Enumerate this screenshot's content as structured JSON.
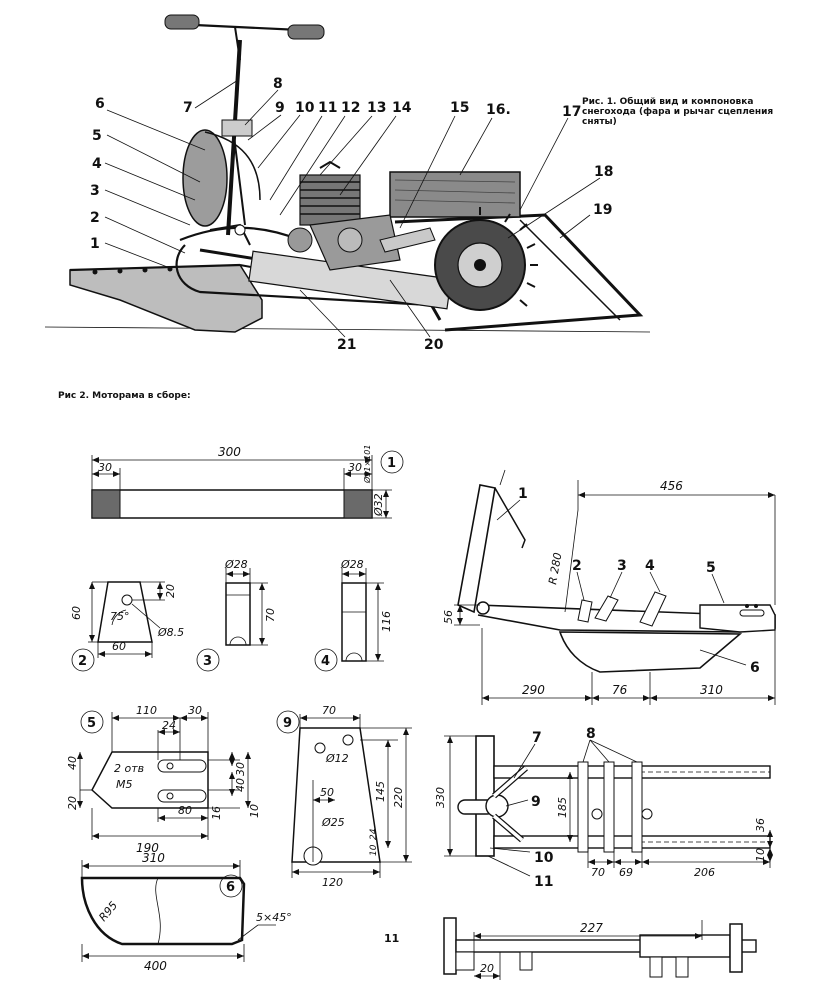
{
  "fig1": {
    "caption_line1": "Рис. 1. Общий вид и компоновка",
    "caption_line2": "снегохода (фара и рычаг сцепления",
    "caption_line3": "сняты)",
    "callouts": [
      "1",
      "2",
      "3",
      "4",
      "5",
      "6",
      "7",
      "8",
      "9",
      "10",
      "11",
      "12",
      "13",
      "14",
      "15",
      "16.",
      "17",
      "18",
      "19",
      "20",
      "21"
    ]
  },
  "fig2": {
    "caption": "Рис 2. Моторама в сборе:"
  },
  "part1": {
    "id": "1",
    "len": "300",
    "end_l": "30",
    "end_r": "30",
    "dia": "Ø32",
    "spec": "Ø31×101"
  },
  "part2": {
    "id": "2",
    "h": "60",
    "top": "20",
    "ang": "75°",
    "hole": "Ø8.5",
    "base": "60"
  },
  "part3": {
    "id": "3",
    "dia": "Ø28",
    "len": "70"
  },
  "part4": {
    "id": "4",
    "dia": "Ø28",
    "len": "116"
  },
  "part5": {
    "id": "5",
    "w110": "110",
    "w30": "30",
    "w24": "24",
    "h40": "40",
    "h20": "20",
    "note1": "2 отв",
    "note2": "M5",
    "r30": "30",
    "r40": "40",
    "r10": "10",
    "d80": "80",
    "d16": "16",
    "d190": "190"
  },
  "part9": {
    "id": "9",
    "top": "70",
    "hole1": "Ø12",
    "d50": "50",
    "hole2": "Ø25",
    "d145": "145",
    "d220": "220",
    "d10": "10",
    "d24": "24",
    "bottom": "120"
  },
  "part6": {
    "id": "6",
    "top": "310",
    "radius": "R95",
    "chamfer": "5×45°",
    "bottom": "400"
  },
  "page_number": "11",
  "assembly_side": {
    "labels": [
      "1",
      "2",
      "3",
      "4",
      "5",
      "6"
    ],
    "d456": "456",
    "r280": "R 280",
    "d56": "56",
    "d290": "290",
    "d76": "76",
    "d310": "310"
  },
  "assembly_top": {
    "labels": [
      "7",
      "8",
      "9",
      "10",
      "11"
    ],
    "d330": "330",
    "d185": "185",
    "d36": "36",
    "d10": "10",
    "d70": "70",
    "d69": "69",
    "d206": "206"
  },
  "assembly_bottom": {
    "d227": "227",
    "d20": "20"
  }
}
